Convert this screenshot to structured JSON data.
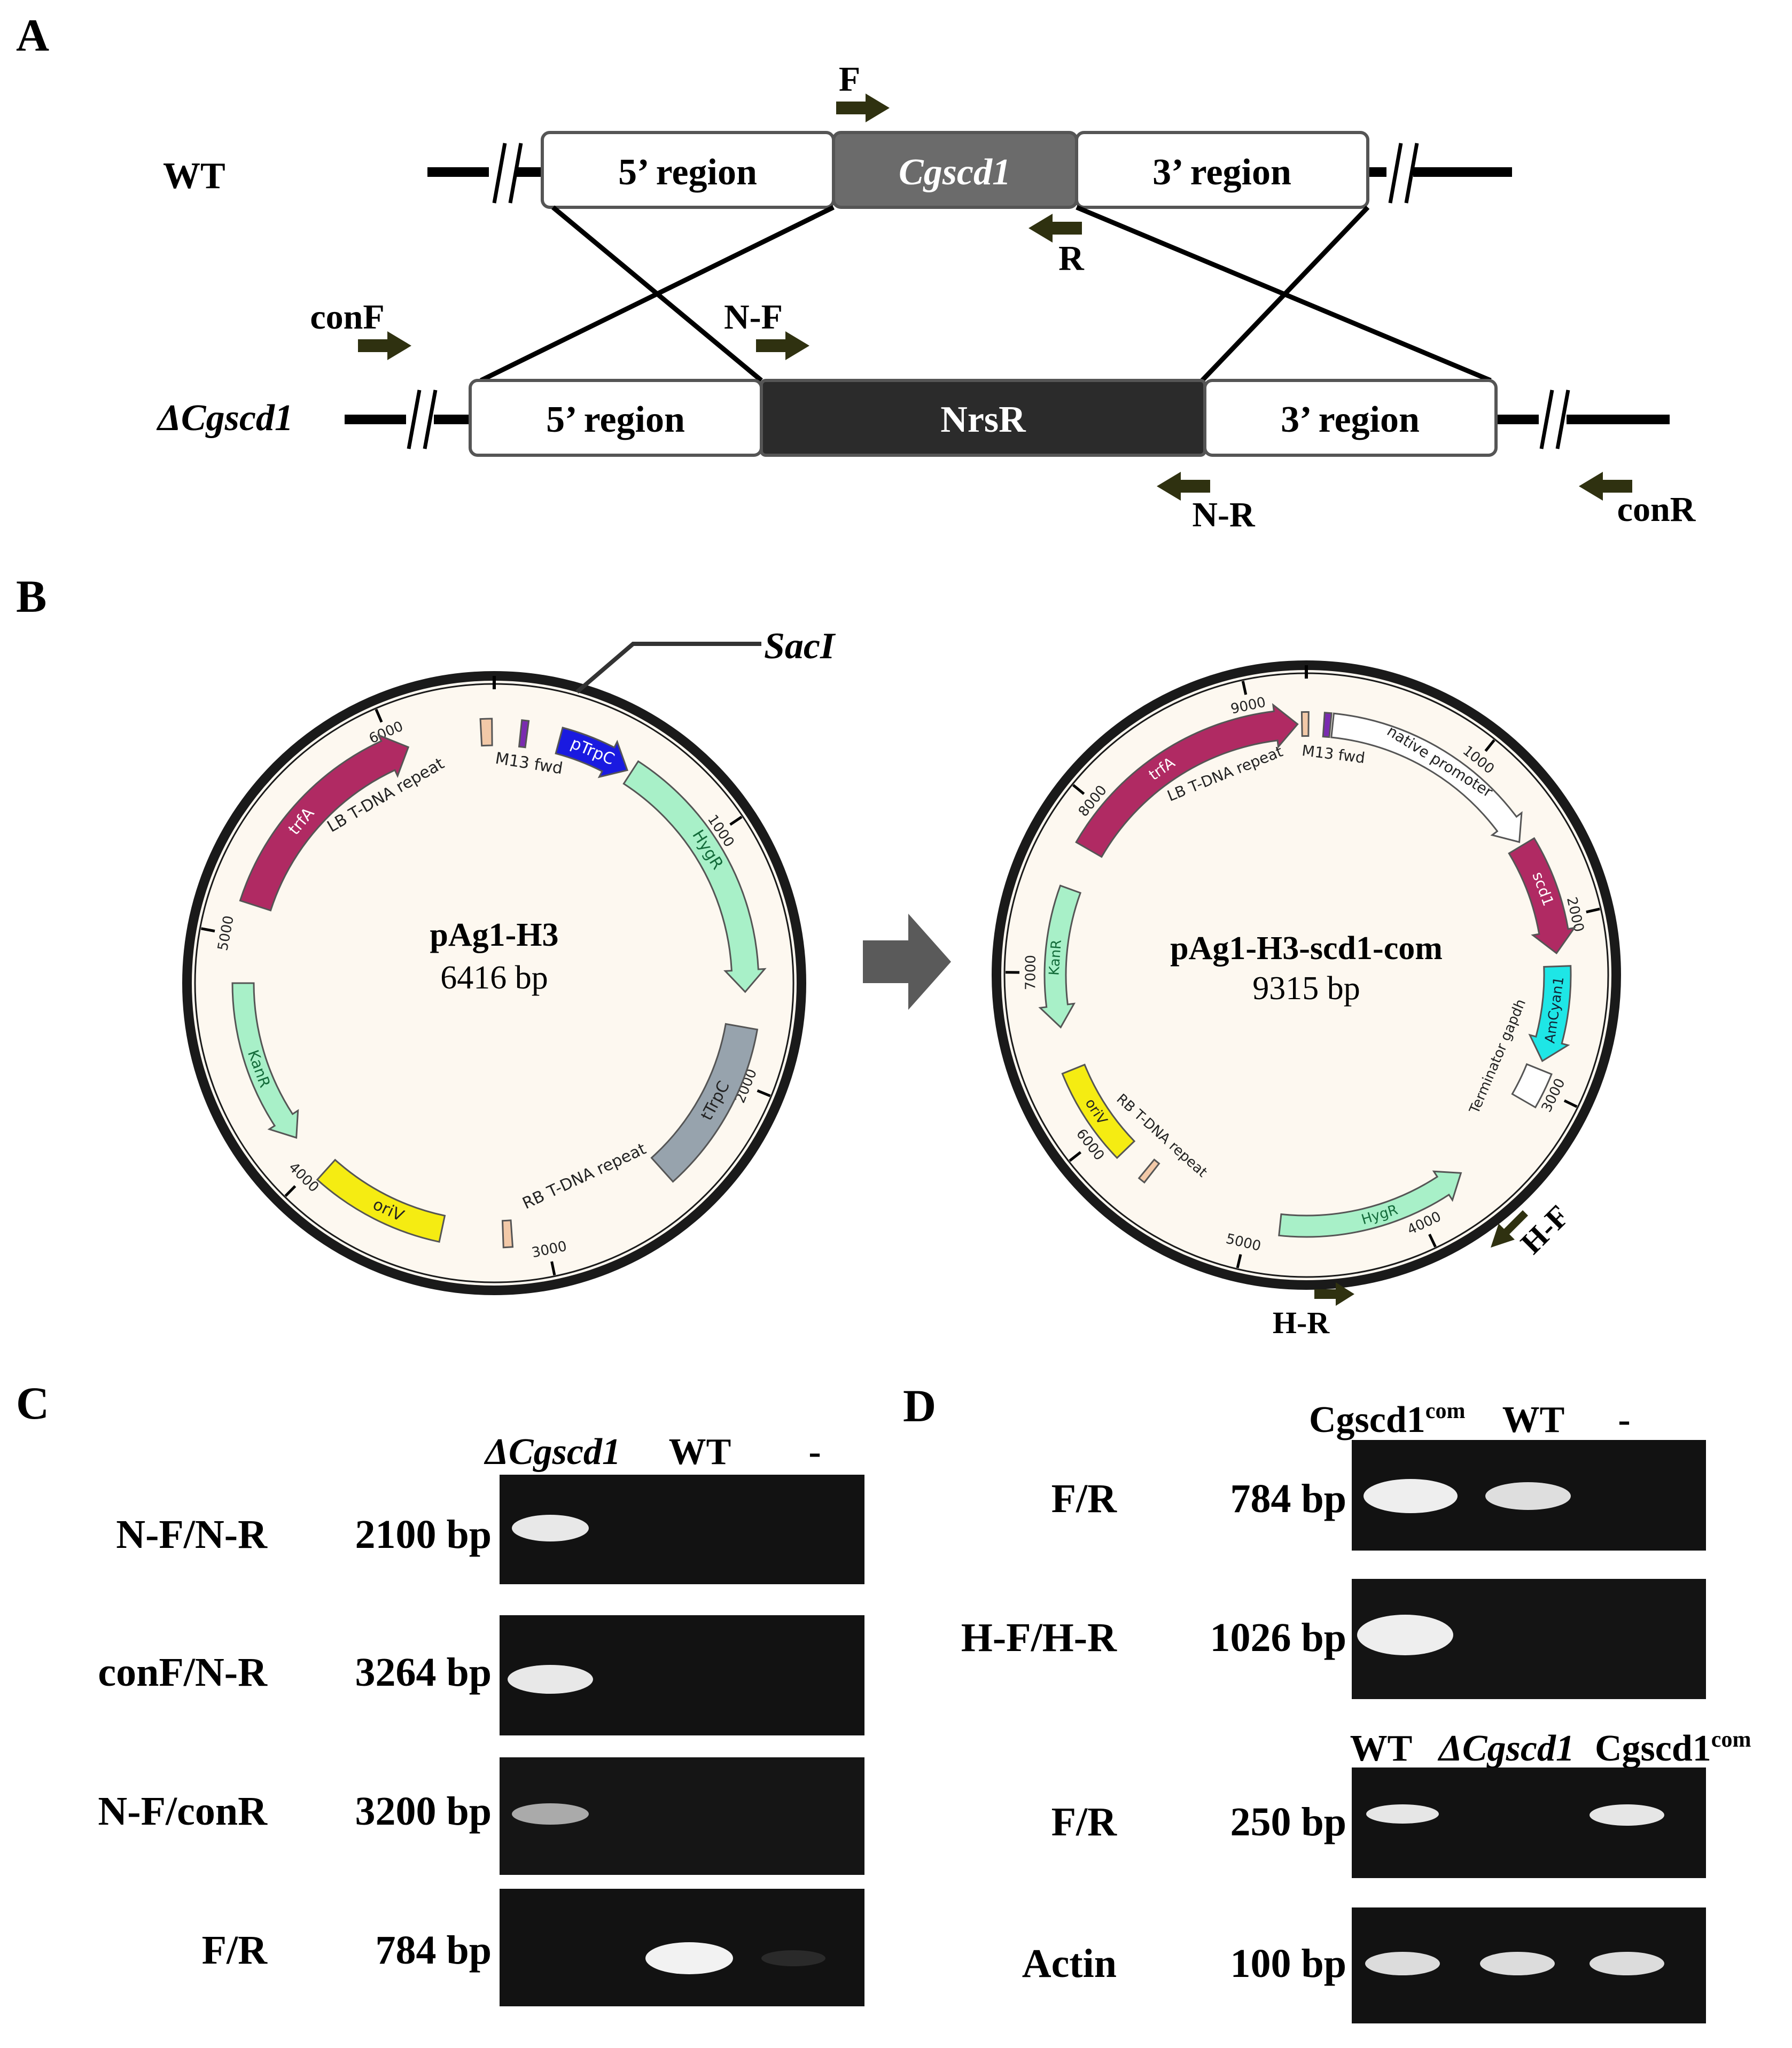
{
  "panelA": {
    "label": "A",
    "wt_label": "WT",
    "mut_label": "ΔCgscd1",
    "wt_5": "5’ region",
    "wt_gene": "Cgscd1",
    "wt_3": "3’ region",
    "mut_5": "5’ region",
    "mut_marker": "NrsR",
    "mut_3": "3’ region",
    "primers": {
      "F": "F",
      "R": "R",
      "conF": "conF",
      "NF": "N-F",
      "NR": "N-R",
      "conR": "conR"
    }
  },
  "panelB": {
    "label": "B",
    "sacI": "SacI",
    "plasmid1": {
      "name": "pAg1-H3",
      "size": "6416 bp",
      "features": {
        "trfA": "trfA",
        "LB": "LB T-DNA repeat",
        "M13": "M13 fwd",
        "pTrpC": "pTrpC",
        "HygR": "HygR",
        "tTrpC": "tTrpC",
        "RB": "RB T-DNA repeat",
        "oriV": "oriV",
        "KanR": "KanR"
      },
      "ticks": [
        "1000",
        "2000",
        "3000",
        "4000",
        "5000",
        "6000"
      ]
    },
    "plasmid2": {
      "name": "pAg1-H3-scd1-com",
      "size": "9315 bp",
      "features": {
        "trfA": "trfA",
        "LB": "LB T-DNA repeat",
        "M13": "M13 fwd",
        "native": "native promoter",
        "scd1": "scd1",
        "AmCyan1": "AmCyan1",
        "term": "Terminator gapdh",
        "HygR": "HygR",
        "RB": "RB T-DNA repeat",
        "oriV": "oriV",
        "KanR": "KanR"
      },
      "ticks": [
        "1000",
        "2000",
        "3000",
        "4000",
        "5000",
        "6000",
        "7000",
        "8000",
        "9000"
      ],
      "primers": {
        "HF": "H-F",
        "HR": "H-R"
      }
    },
    "colors": {
      "trfA": "#b02a63",
      "pTrpC": "#1a1ae0",
      "HygR": "#a8f0c8",
      "tTrpC": "#97a3ad",
      "oriV": "#f5ec12",
      "KanR": "#a8f0c8",
      "scd1": "#b02a63",
      "AmCyan1": "#1ee6e6",
      "repeat": "#f2c9a8",
      "m13": "#7a2bb0",
      "backbone": "#fdf8f0"
    }
  },
  "panelC": {
    "label": "C",
    "lanes": [
      "ΔCgscd1",
      "WT",
      "-"
    ],
    "rows": [
      {
        "primer": "N-F/N-R",
        "size": "2100 bp"
      },
      {
        "primer": "conF/N-R",
        "size": "3264 bp"
      },
      {
        "primer": "N-F/conR",
        "size": "3200 bp"
      },
      {
        "primer": "F/R",
        "size": "784 bp"
      }
    ]
  },
  "panelD": {
    "label": "D",
    "lanes_top_base": "Cgscd1",
    "lanes_top_sup": "com",
    "lanes_top_wt": "WT",
    "lanes_top_neg": "-",
    "lanes_bottom_wt": "WT",
    "lanes_bottom_mut": "ΔCgscd1",
    "lanes_bottom_com_base": "Cgscd1",
    "lanes_bottom_com_sup": "com",
    "rows": [
      {
        "primer": "F/R",
        "size": "784 bp"
      },
      {
        "primer": "H-F/H-R",
        "size": "1026 bp"
      },
      {
        "primer": "F/R",
        "size": "250 bp"
      },
      {
        "primer": "Actin",
        "size": "100 bp"
      }
    ]
  }
}
